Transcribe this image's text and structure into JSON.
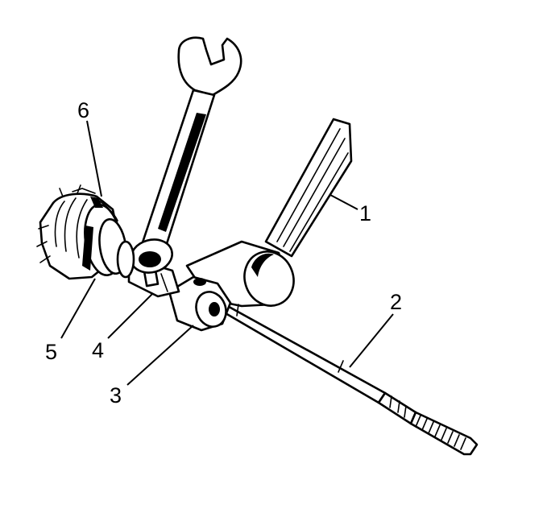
{
  "callouts": [
    {
      "id": "1",
      "text": "1"
    },
    {
      "id": "2",
      "text": "2"
    },
    {
      "id": "3",
      "text": "3"
    },
    {
      "id": "4",
      "text": "4"
    },
    {
      "id": "5",
      "text": "5"
    },
    {
      "id": "6",
      "text": "6"
    }
  ],
  "colors": {
    "ink": "#000000",
    "paper": "#ffffff"
  }
}
